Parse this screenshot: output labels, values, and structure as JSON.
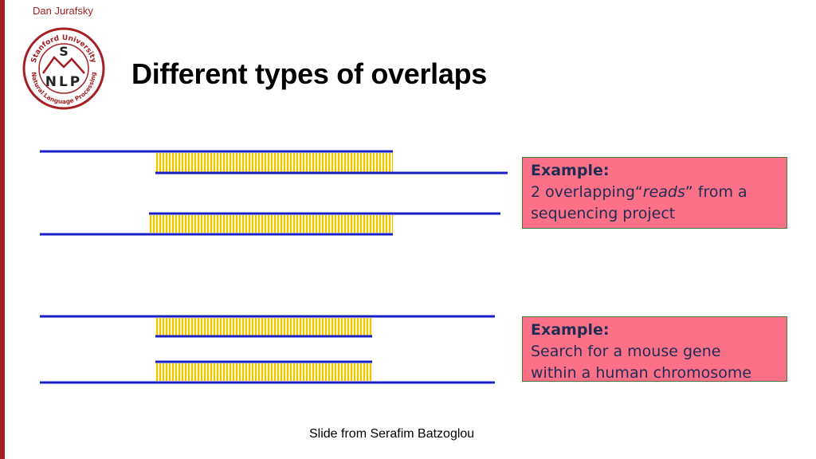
{
  "header": {
    "author": "Dan Jurafsky",
    "logo": {
      "top_text": "Stanford University",
      "bottom_text": "Natural Language Processing",
      "letter_s": "S",
      "letters": "NLP"
    }
  },
  "slide": {
    "title": "Different types of overlaps",
    "example1": {
      "label": "Example:",
      "line1_before": "2 overlapping“",
      "line1_italic": "reads",
      "line1_after": "” from a",
      "line2": "sequencing project"
    },
    "example2": {
      "label": "Example:",
      "line1": "Search for a mouse gene",
      "line2": "within a human chromosome"
    },
    "footer": "Slide from Serafim Batzoglou"
  },
  "colors": {
    "accent": "#a31f24",
    "line": "#1a1fc4",
    "overlap": "#f5c400",
    "box": "#fd7188",
    "box_text": "#1f2d55"
  }
}
